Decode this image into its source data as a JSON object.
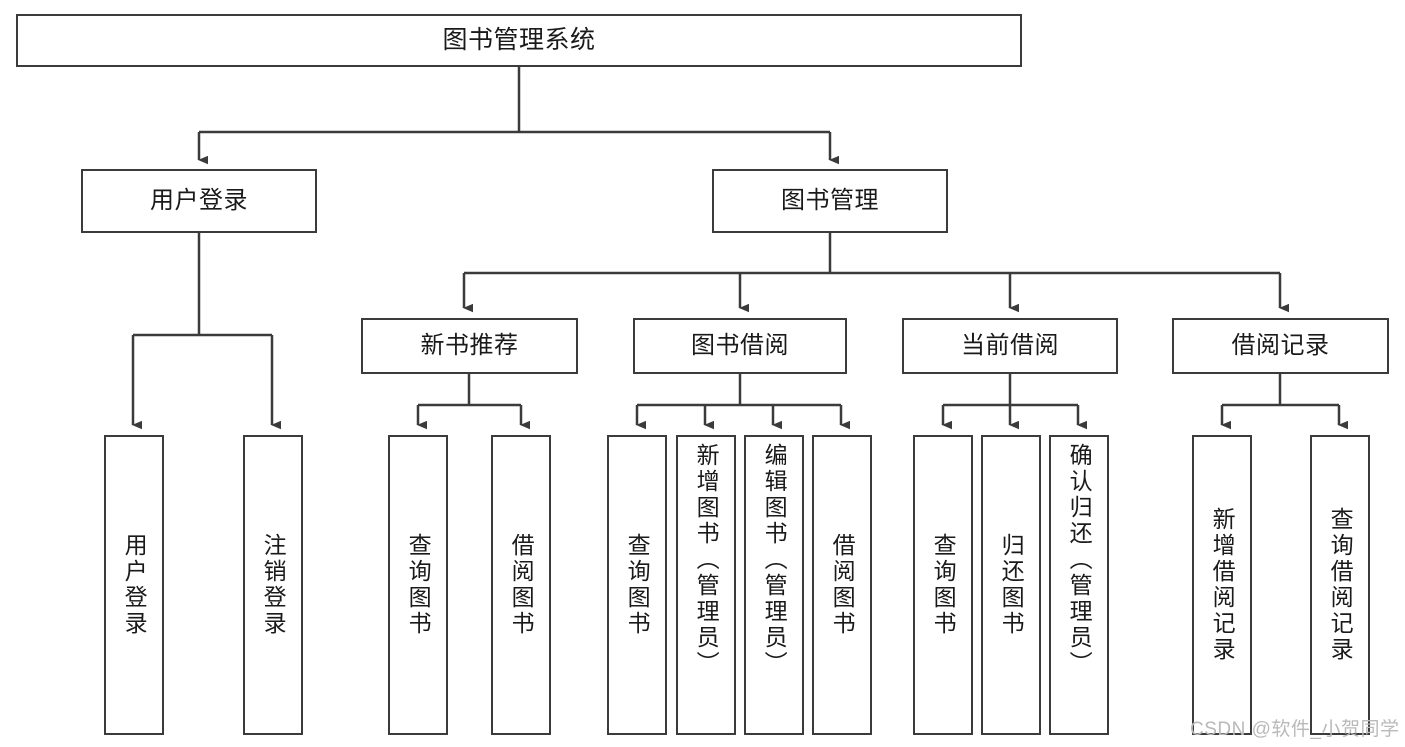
{
  "diagram": {
    "title": "图书管理系统",
    "type": "tree",
    "stroke_color": "#3b3b3b",
    "fill_color": "#ffffff",
    "text_color": "#1a1a1a"
  },
  "root": {
    "label": "图书管理系统"
  },
  "level2": [
    {
      "id": "user-login",
      "label": "用户登录"
    },
    {
      "id": "book-manage",
      "label": "图书管理"
    }
  ],
  "level3": [
    {
      "id": "new-book-recommend",
      "label": "新书推荐"
    },
    {
      "id": "book-borrow",
      "label": "图书借阅"
    },
    {
      "id": "current-borrow",
      "label": "当前借阅"
    },
    {
      "id": "borrow-record",
      "label": "借阅记录"
    }
  ],
  "leaves": {
    "user_login": [
      {
        "id": "leaf-user-login",
        "label": "用户登录"
      },
      {
        "id": "leaf-logout-login",
        "label": "注销登录"
      }
    ],
    "new_book_recommend": [
      {
        "id": "leaf-query-book-1",
        "label": "查询图书"
      },
      {
        "id": "leaf-borrow-book-1",
        "label": "借阅图书"
      }
    ],
    "book_borrow": [
      {
        "id": "leaf-query-book-2",
        "label": "查询图书"
      },
      {
        "id": "leaf-add-book",
        "label": "新增图书（管理员）"
      },
      {
        "id": "leaf-edit-book",
        "label": "编辑图书（管理员）"
      },
      {
        "id": "leaf-borrow-book-2",
        "label": "借阅图书"
      }
    ],
    "current_borrow": [
      {
        "id": "leaf-query-book-3",
        "label": "查询图书"
      },
      {
        "id": "leaf-return-book",
        "label": "归还图书"
      },
      {
        "id": "leaf-confirm-return",
        "label": "确认归还（管理员）"
      }
    ],
    "borrow_record": [
      {
        "id": "leaf-add-record",
        "label": "新增借阅记录"
      },
      {
        "id": "leaf-query-record",
        "label": "查询借阅记录"
      }
    ]
  },
  "watermark": {
    "text": "CSDN @软件_小贺同学"
  }
}
